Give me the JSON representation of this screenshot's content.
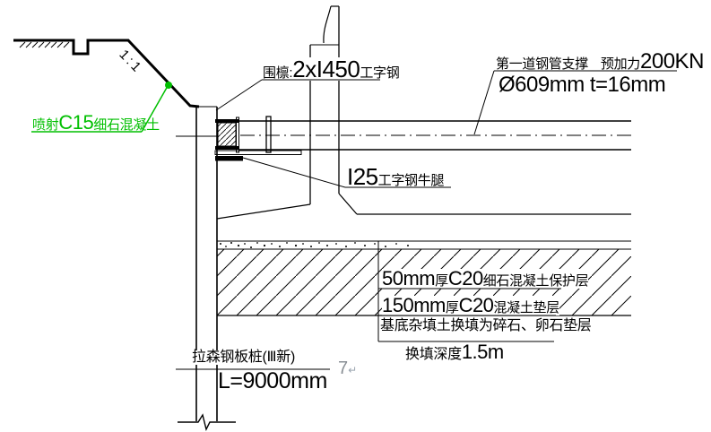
{
  "drawing": {
    "type": "excavation-support-detail",
    "colors": {
      "line": "#000000",
      "annotation_green": "#00bf00",
      "artifact_gray": "#8a9096"
    },
    "labels": {
      "shotcrete": {
        "a": "喷射",
        "b": "C15",
        "c": "细石混凝土"
      },
      "slope_ratio": "1:1",
      "waler": {
        "a": "围檩:",
        "b": "2xI450",
        "c": "工字钢"
      },
      "strut": {
        "line1_a": "第一道钢管支撑",
        "line1_b": "预加力",
        "line1_c": "200KN",
        "line2": "Ø609mm  t=16mm"
      },
      "corbel": {
        "a": "I25",
        "b": "工字钢牛腿"
      },
      "layers": {
        "row1": {
          "a": "50mm",
          "b": "厚",
          "c": "C20",
          "d": "细石混凝土保护层"
        },
        "row2": {
          "a": "150mm",
          "b": "厚",
          "c": "C20",
          "d": "混凝土垫层"
        },
        "row3": "基底杂填土换填为碎石、卵石垫层",
        "row4": {
          "a": "换填深度",
          "b": "1.5m"
        }
      },
      "pile": {
        "a": "拉森钢板桩(Ⅲ新)",
        "b": "L=9000mm"
      },
      "artifact": {
        "a": "7",
        "b": "↵"
      }
    }
  }
}
